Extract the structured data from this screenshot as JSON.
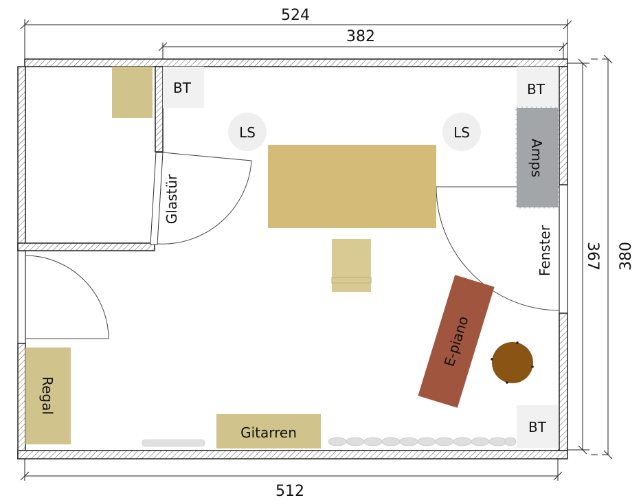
{
  "dimensions": {
    "total_width": "524",
    "room_width_top": "382",
    "bottom_width": "512",
    "inner_height": "367",
    "outer_height": "380"
  },
  "labels": {
    "bt_top_left": "BT",
    "bt_top_right": "BT",
    "bt_bottom_right": "BT",
    "ls_left": "LS",
    "ls_right": "LS",
    "glass_door": "Glastür",
    "amps": "Amps",
    "window": "Fenster",
    "e_piano": "E-piano",
    "shelf": "Regal",
    "guitars": "Gitarren"
  },
  "colors": {
    "wood": "#d1c38c",
    "desk": "#d4bc78",
    "amps": "#a3a6a9",
    "piano": "#a0553f",
    "stool": "#8a5414",
    "marker_bg": "#f1f1f1"
  }
}
